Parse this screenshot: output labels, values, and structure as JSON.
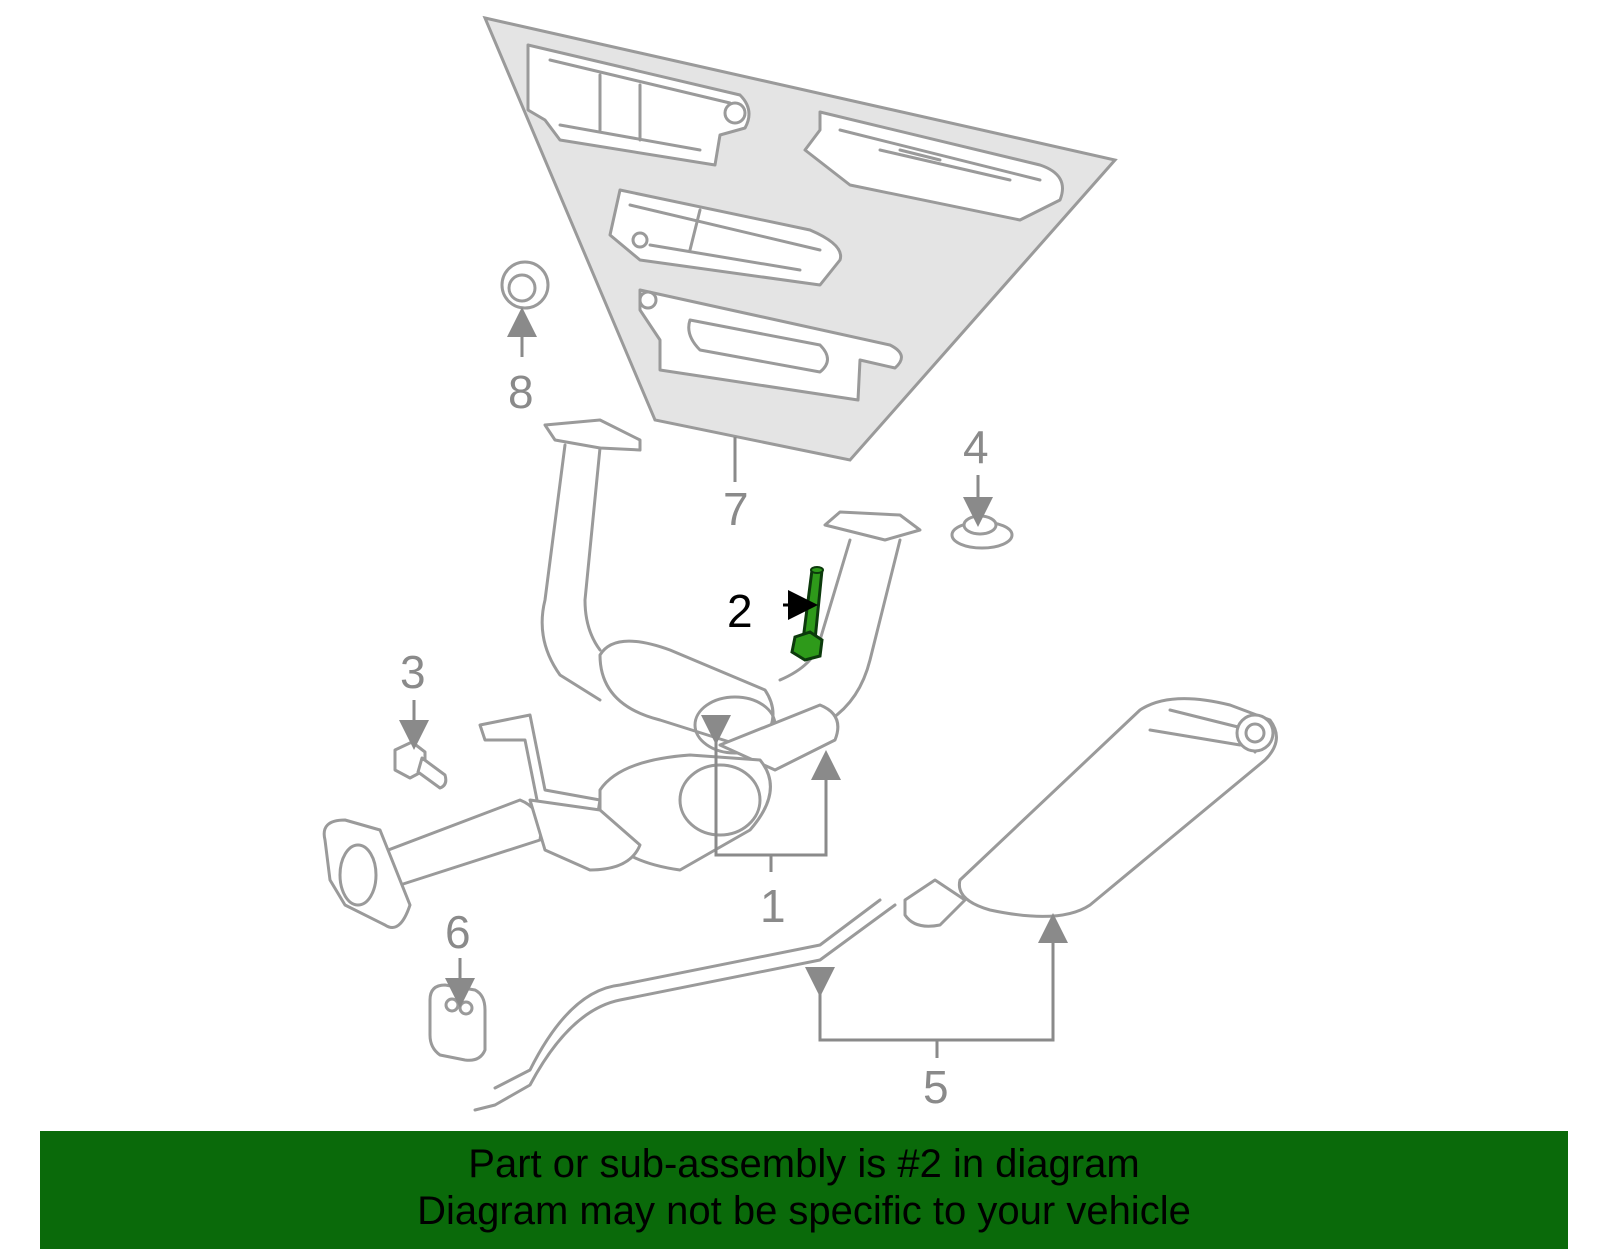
{
  "callouts": {
    "c1": "1",
    "c2": "2",
    "c3": "3",
    "c4": "4",
    "c5": "5",
    "c6": "6",
    "c7": "7",
    "c8": "8"
  },
  "highlighted_part": "2",
  "colors": {
    "part_outline": "#9a9a9a",
    "highlight_part": "#2e9a1a",
    "banner_background": "#0a6a0a",
    "heat_shield_panel": "#e4e4e4"
  },
  "banner": {
    "line1": "Part or sub-assembly is #2 in diagram",
    "line2": "Diagram may not be specific to your vehicle"
  }
}
